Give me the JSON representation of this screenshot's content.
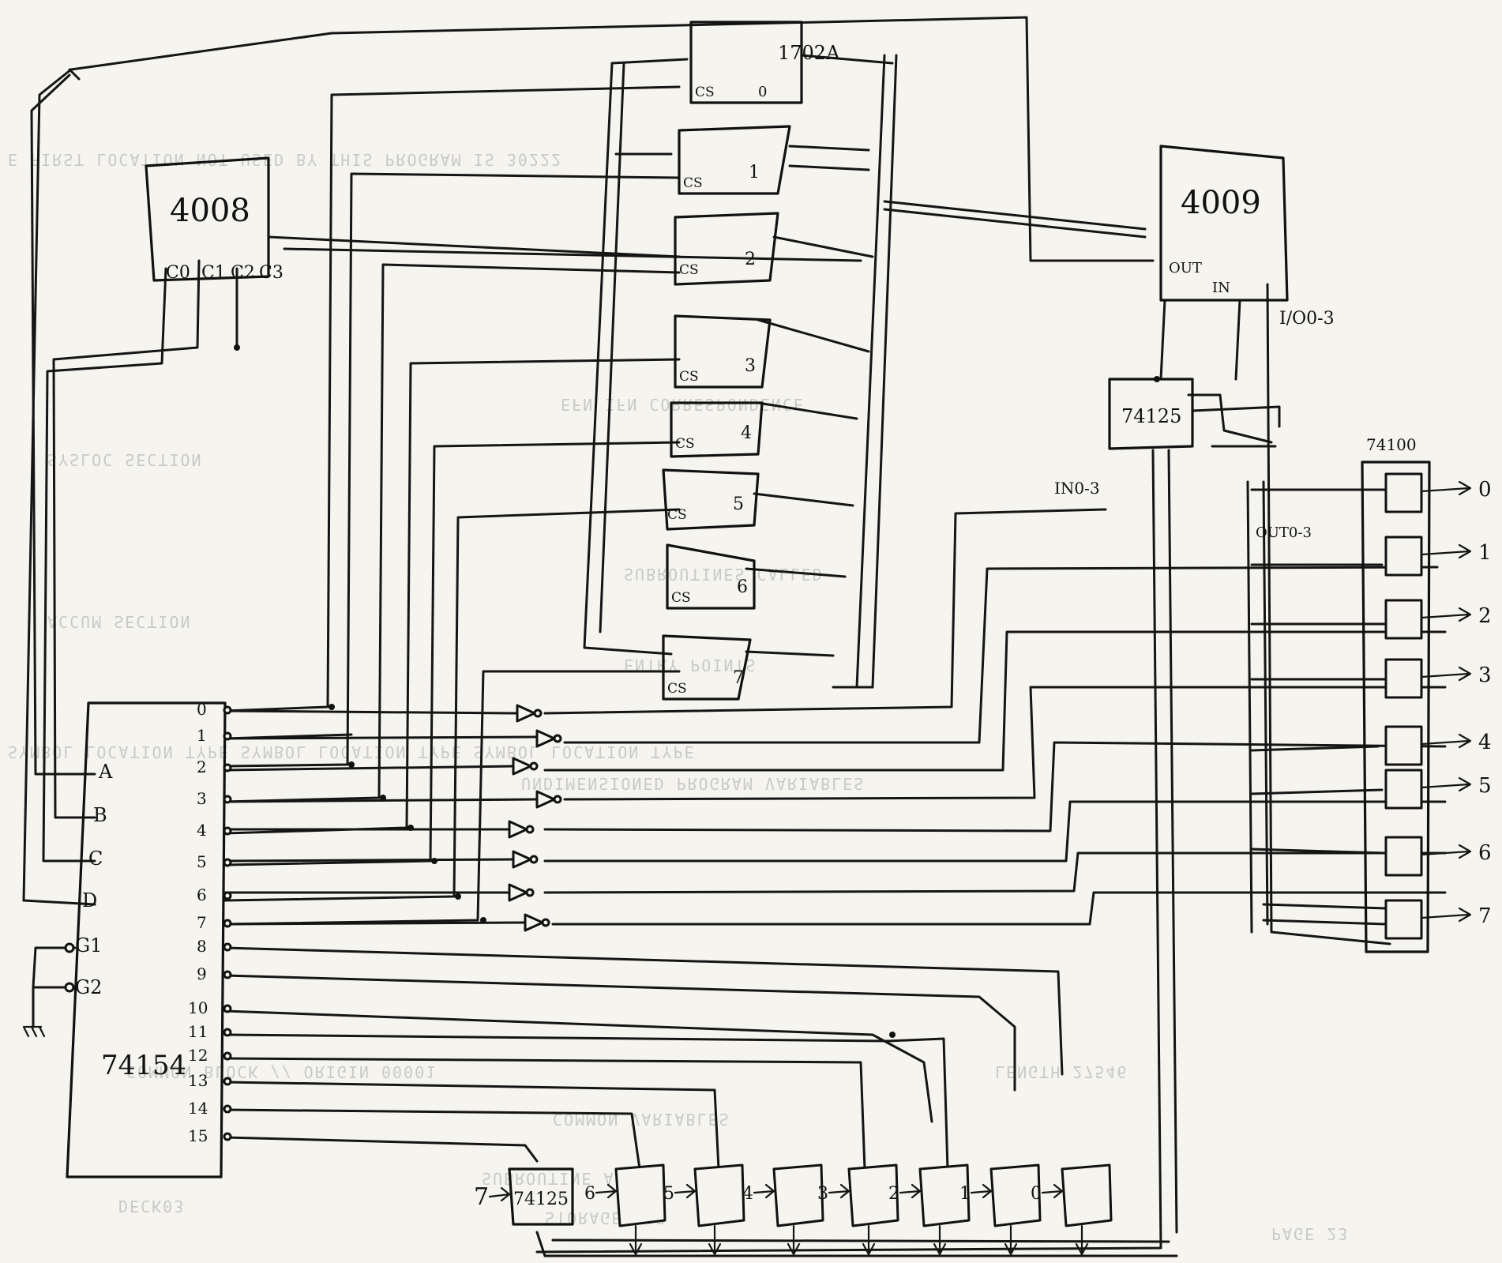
{
  "chips": {
    "c4008": "4008",
    "c4009": "4009",
    "c1702a": "1702A",
    "c74154": "74154",
    "c74125_top": "74125",
    "c74125_bottom": "74125",
    "c74100": "74100"
  },
  "pins_4008": [
    "C0",
    "C1",
    "C2",
    "C3"
  ],
  "pins_4009": [
    "OUT",
    "IN"
  ],
  "bus_labels": {
    "io_top": "I/O0-3",
    "in_left": "IN0-3",
    "out_right": "OUT0-3"
  },
  "pins_74154_left": [
    "A",
    "B",
    "C",
    "D",
    "G1",
    "G2"
  ],
  "pins_74154_right": [
    "0",
    "1",
    "2",
    "3",
    "4",
    "5",
    "6",
    "7",
    "8",
    "9",
    "10",
    "11",
    "12",
    "13",
    "14",
    "15"
  ],
  "rom_cs": "CS",
  "rom_indices": [
    "0",
    "1",
    "2",
    "3",
    "4",
    "5",
    "6",
    "7"
  ],
  "output_numbers": [
    "0",
    "1",
    "2",
    "3",
    "4",
    "5",
    "6",
    "7"
  ],
  "input_numbers": [
    "7",
    "6",
    "5",
    "4",
    "3",
    "2",
    "1",
    "0"
  ],
  "ghost_text": [
    "E FIRST LOCATION NOT USED BY THIS PROGRAM IS 30222",
    "EFN   IFN   CORRESPONDENCE",
    "SUBROUTINES CALLED",
    "ENTRY POINTS",
    "UNDIMENSIONED PROGRAM VARIABLES",
    "COMMON BLOCK      //        ORIGIN     00001",
    "COMMON VARIABLES",
    "SUBROUTINE ACCUM",
    "STORAGE MAP",
    "PAGE 23",
    "DECK03",
    "SYMBOL   LOCATION   TYPE   SYMBOL   LOCATION   TYPE   SYMBOL   LOCATION   TYPE",
    "SYSLOC   SECTION",
    "ACCUM    SECTION",
    "LENGTH   27546"
  ]
}
